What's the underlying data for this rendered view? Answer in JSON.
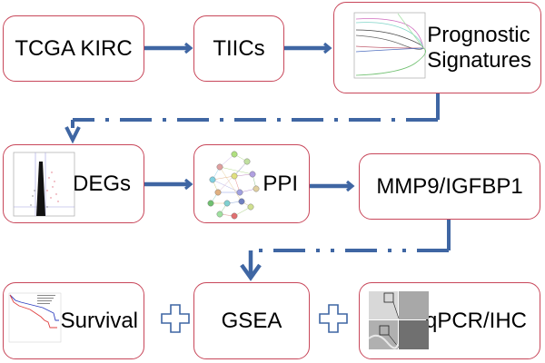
{
  "diagram": {
    "colors": {
      "box_border": "#c8475a",
      "arrow": "#3f66a3"
    },
    "nodes": [
      {
        "id": "tcga",
        "label": "TCGA KIRC"
      },
      {
        "id": "tiics",
        "label": "TIICs"
      },
      {
        "id": "prognostic",
        "label_line1": "Prognostic",
        "label_line2": "Signatures",
        "thumbnail": "lasso-coefficient-plot"
      },
      {
        "id": "degs",
        "label": "DEGs",
        "thumbnail": "volcano-plot"
      },
      {
        "id": "ppi",
        "label": "PPI",
        "thumbnail": "ppi-network"
      },
      {
        "id": "mmp9",
        "label": "MMP9/IGFBP1"
      },
      {
        "id": "survival",
        "label": "Survival",
        "thumbnail": "kaplan-meier-plot"
      },
      {
        "id": "gsea",
        "label": "GSEA"
      },
      {
        "id": "qpcr",
        "label": "qPCR/IHC",
        "thumbnail": "ihc-images"
      }
    ],
    "edges": [
      {
        "from": "tcga",
        "to": "tiics",
        "style": "solid"
      },
      {
        "from": "tiics",
        "to": "prognostic",
        "style": "solid"
      },
      {
        "from": "prognostic",
        "to": "degs",
        "style": "dash-dot"
      },
      {
        "from": "degs",
        "to": "ppi",
        "style": "solid"
      },
      {
        "from": "ppi",
        "to": "mmp9",
        "style": "solid"
      },
      {
        "from": "mmp9",
        "to": "gsea",
        "style": "dash-dot"
      }
    ],
    "combiners": [
      "plus",
      "plus"
    ]
  }
}
